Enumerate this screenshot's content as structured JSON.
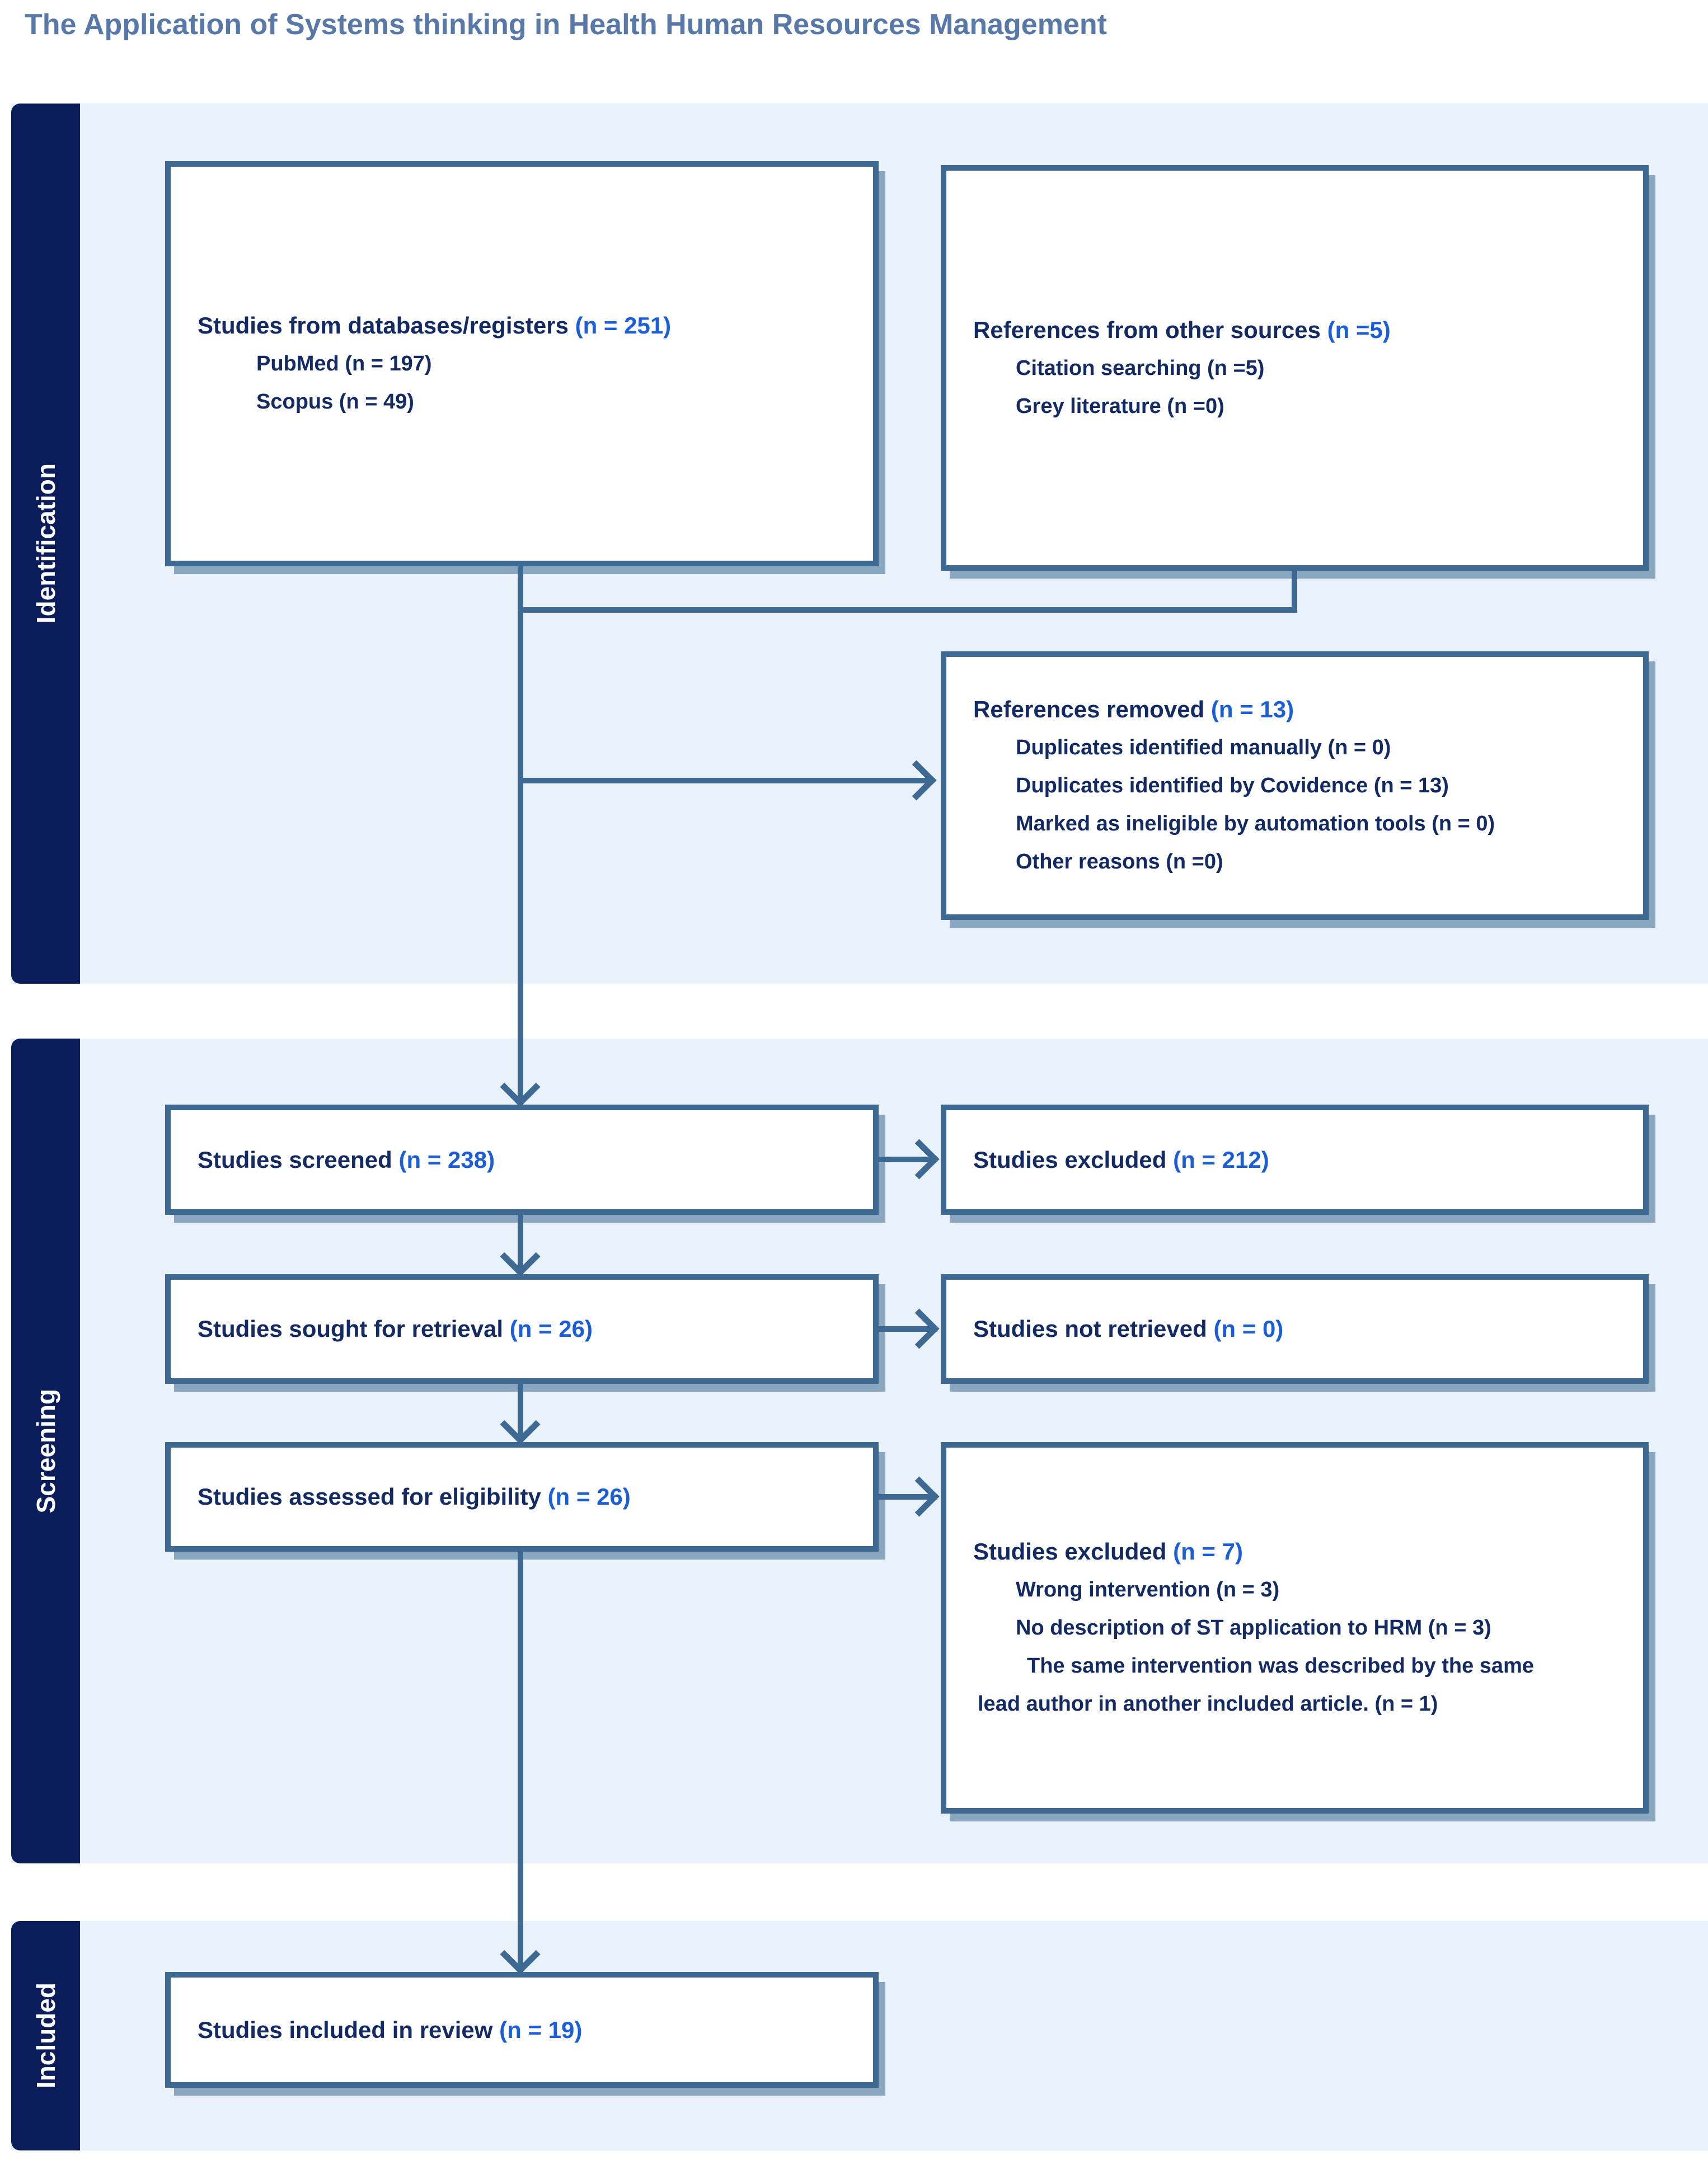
{
  "title": "The Application of Systems thinking in Health Human Resources Management",
  "colors": {
    "rail_navy": "#0a1c5a",
    "band_light_blue": "#e9f1fb",
    "box_border_steel_blue": "#3d6992",
    "text_navy": "#132a63",
    "count_accent_blue": "#1b5ed6",
    "title_blue_gray": "#5878a8"
  },
  "sidebar": {
    "bands": [
      {
        "label": "Identification"
      },
      {
        "label": "Screening"
      },
      {
        "label": "Included"
      }
    ]
  },
  "boxes": {
    "databases": {
      "main": "Studies from databases/registers ",
      "count": "(n = 251)",
      "sub": [
        "PubMed (n = 197)",
        "Scopus (n = 49)"
      ]
    },
    "other_sources": {
      "main": "References from other sources ",
      "count": "(n =5)",
      "sub": [
        "Citation searching (n =5)",
        "Grey literature (n =0)"
      ]
    },
    "references_removed": {
      "main": "References removed ",
      "count": "(n = 13)",
      "sub": [
        "Duplicates identified manually (n = 0)",
        "Duplicates identified by Covidence (n = 13)",
        "Marked as ineligible by automation tools (n = 0)",
        "Other reasons (n =0)"
      ]
    },
    "screened": {
      "main": "Studies screened ",
      "count": "(n = 238)"
    },
    "excluded_screening": {
      "main": "Studies excluded ",
      "count": "(n = 212)"
    },
    "sought": {
      "main": "Studies sought for retrieval ",
      "count": "(n = 26)"
    },
    "not_retrieved": {
      "main": "Studies not retrieved ",
      "count": "(n = 0)"
    },
    "assessed": {
      "main": "Studies assessed for eligibility ",
      "count": "(n = 26)"
    },
    "excluded_eligibility": {
      "main": "Studies excluded ",
      "count": "(n = 7)",
      "sub": [
        "Wrong intervention (n = 3)",
        "No description of ST application to HRM (n = 3)",
        "The same intervention was described by the same",
        "lead author in another included article. (n = 1)"
      ]
    },
    "included": {
      "main": "Studies included in review ",
      "count": "(n = 19)"
    }
  }
}
